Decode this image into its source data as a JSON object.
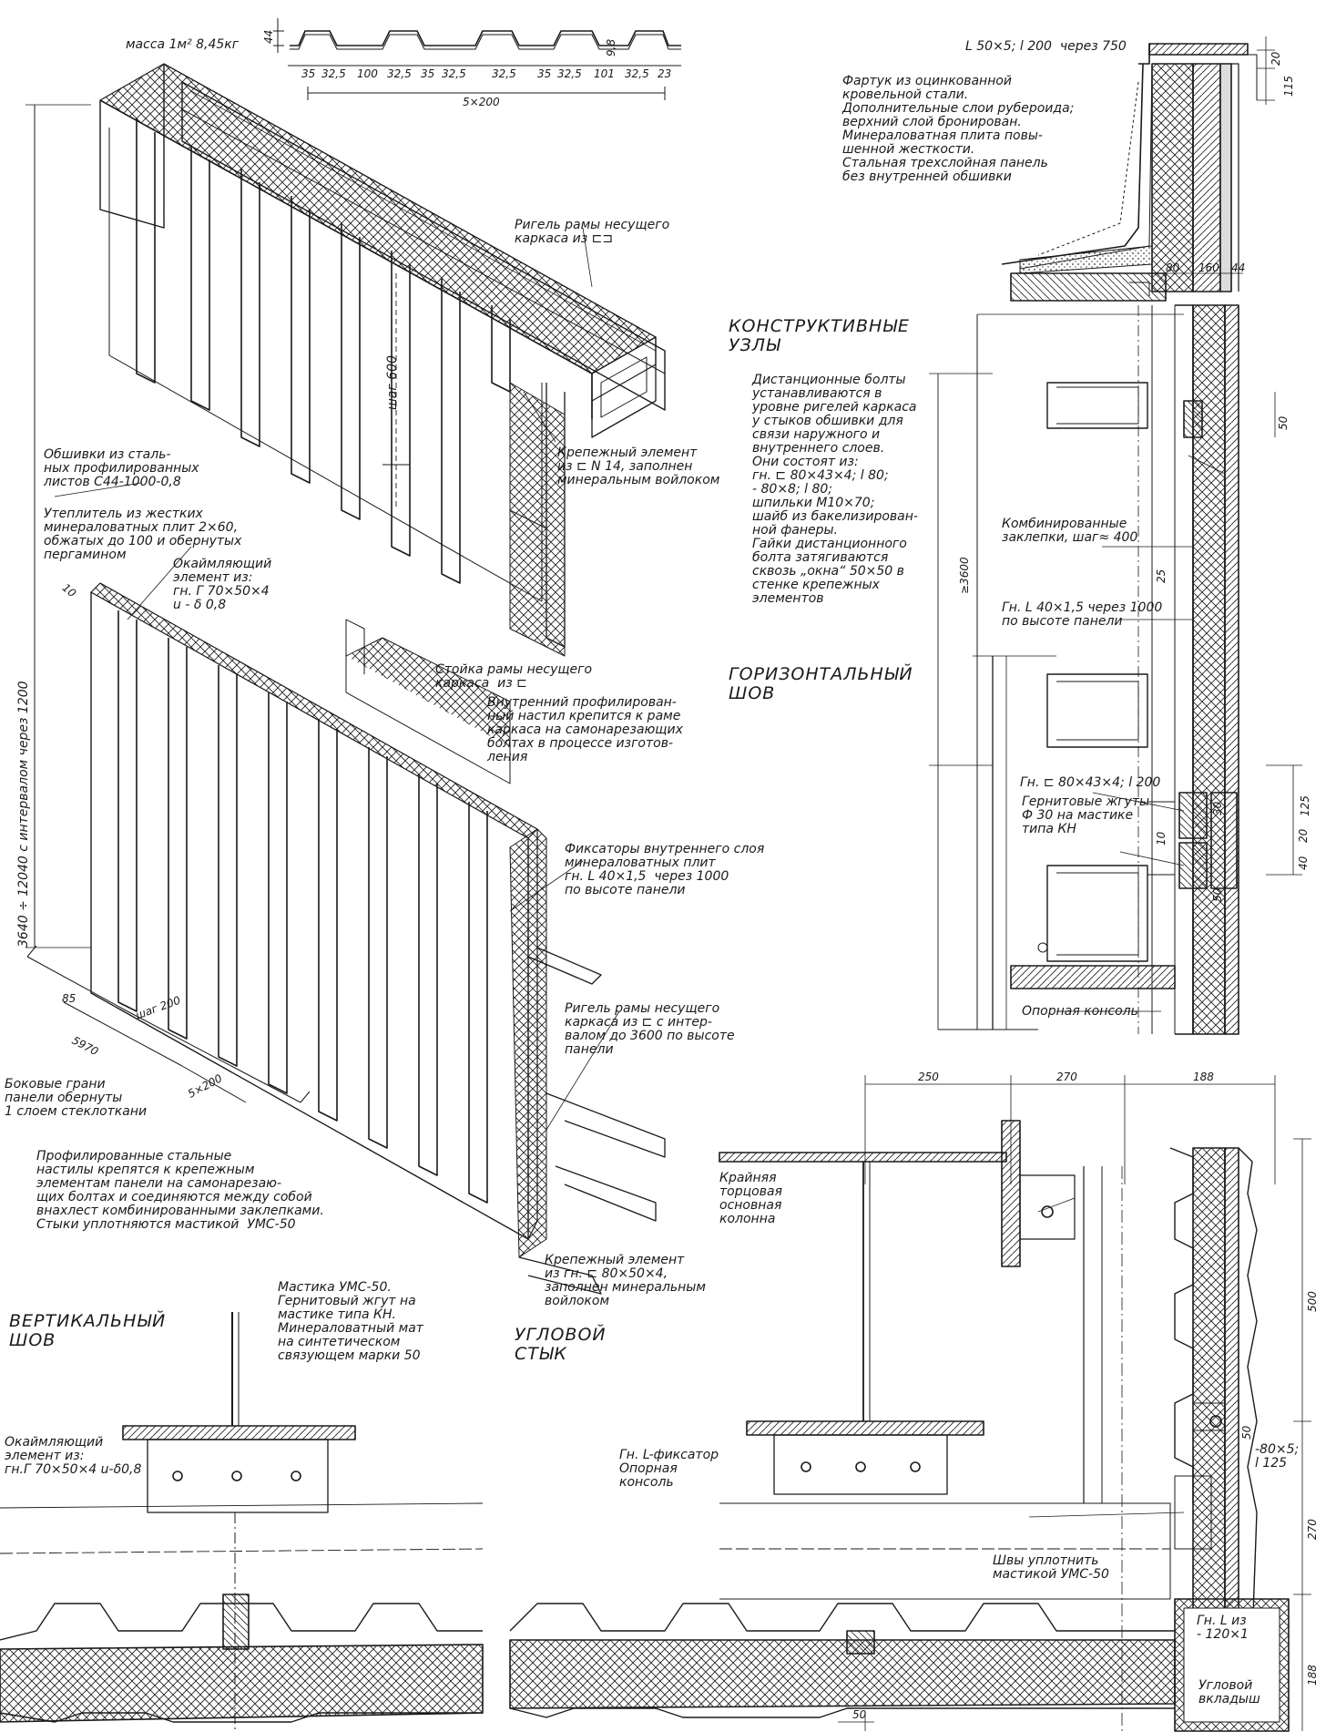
{
  "titles": {
    "nodes": "КОНСТРУКТИВНЫЕ\nУЗЛЫ",
    "horizontal_seam": "ГОРИЗОНТАЛЬНЫЙ\nШОВ",
    "vertical_seam": "ВЕРТИКАЛЬНЫЙ\nШОВ",
    "corner_joint": "УГЛОВОЙ\nСТЫК"
  },
  "profile": {
    "mass": "масса 1м² 8,45кг",
    "dims": [
      "35",
      "32,5",
      "100",
      "32,5",
      "35",
      "32,5",
      "32,5",
      "35",
      "32,5",
      "101",
      "32,5",
      "23"
    ],
    "height": "44",
    "thickness": "9,8",
    "total": "5×200"
  },
  "callouts": {
    "crossbar_top": "Ригель рамы несущего\nкаркаса из ⊏⊐",
    "pitch_600": "шаг 600",
    "fastener_top": "Крепежный элемент\nиз ⊏ N 14, заполнен\nминеральным войлоком",
    "sheathing": "Обшивки из сталь-\nных профилированных\nлистов С44-1000-0,8",
    "insulation": "Утеплитель из жестких\nминераловатных плит 2×60,\nобжатых до 100 и обернутых\nпергамином",
    "edging_top": "Окаймляющий\nэлемент из:\nгн. Г 70×50×4\nu - δ 0,8",
    "post": "Стойка рамы несущего\nкаркаса  из ⊏",
    "inner_deck": "Внутренний профилирован-\nный настил крепится к раме\nкаркаса на самонарезающих\nболтах в процессе изготов-\nления",
    "fixators": "Фиксаторы внутреннего слоя\nминераловатных плит\nгн. L 40×1,5  через 1000\nпо высоте панели",
    "crossbar_mid": "Ригель рамы несущего\nкаркаса из ⊏ с интер-\nвалом до 3600 по высоте\nпанели",
    "side_faces": "Боковые грани\nпанели обернуты\n1 слоем стеклоткани",
    "profiled_sheets": "Профилированные стальные\nнастилы крепятся к крепежным\nэлементам панели на самонарезаю-\nщих болтах и соединяются между собой\nвнахлест комбинированными заклепками.\nСтыки уплотняются мастикой  УМС-50",
    "fastener_bottom": "Крепежный элемент\nиз гн. ⊏ 80×50×4,\nзаполнен минеральным\nвойлоком",
    "apron_angle": "L 50×5; l 200  через 750",
    "roof_notes": "Фартук из оцинкованной\nкровельной стали.\nДополнительные слои рубероида;\nверхний слой бронирован.\nМинераловатная плита повы-\nшенной жесткости.\nСтальная трехслойная панель\nбез внутренней обшивки",
    "distance_bolts": "Дистанционные болты\nустанавливаются в\nуровне ригелей каркаса\nу стыков обшивки для\nсвязи наружного и\nвнутреннего слоев.\nОни состоят из:\nгн. ⊏ 80×43×4; l 80;\n- 80×8; l 80;\nшпильки М10×70;\nшайб из бакелизирован-\nной фанеры.\nГайки дистанционного\nболта затягиваются\nсквозь „окна“ 50×50 в\nстенке крепежных\nэлементов",
    "rivets": "Комбинированные\nзаклепки, шаг≈ 400",
    "angle_40": "Гн. L 40×1,5 через 1000\nпо высоте панели",
    "channel_80": "Гн. ⊏ 80×43×4; l 200",
    "gernit": "Гернитовые жгуты\nФ 30 на мастике\nтипа КН",
    "support_console": "Опорная консоль",
    "mastic": "Мастика УМС-50.\nГернитовый жгут на\nмастике типа КН.\nМинераловатный мат\nна синтетическом\nсвязующем марки 50",
    "edging_bottom": "Окаймляющий\nэлемент из:\nгн.Г 70×50×4 u-δ0,8",
    "end_column": "Крайняя\nторцовая\nосновная\nколонна",
    "fixator_console": "Гн. L-фиксатор\nОпорная\nконсоль",
    "seal_seams": "Швы уплотнить\nмастикой УМС-50",
    "angle_120": "Гн. L из\n- 120×1",
    "corner_insert": "Угловой\nвкладыш",
    "plate_80": "-80×5;\nl 125"
  },
  "dimensions": {
    "panel_height": "3640 ÷ 12040 с интервалом  через 1200",
    "width_5970": "5970",
    "pitch_200": "шаг 200",
    "width_5x200": "5×200",
    "d85": "85",
    "d10": "10",
    "d80": "80",
    "d160": "160",
    "d44": "44",
    "d20": "20",
    "d115": "115",
    "d3600": "≥3600",
    "d50a": "50",
    "d25": "25",
    "d125": "125",
    "d40": "40",
    "d20b": "20",
    "d30": "30",
    "d10b": "10",
    "d50b": "50",
    "d250": "250",
    "d270": "270",
    "d188": "188",
    "d500": "500",
    "d270v": "270",
    "d188v": "188",
    "d50c": "50",
    "d50d": "50"
  }
}
